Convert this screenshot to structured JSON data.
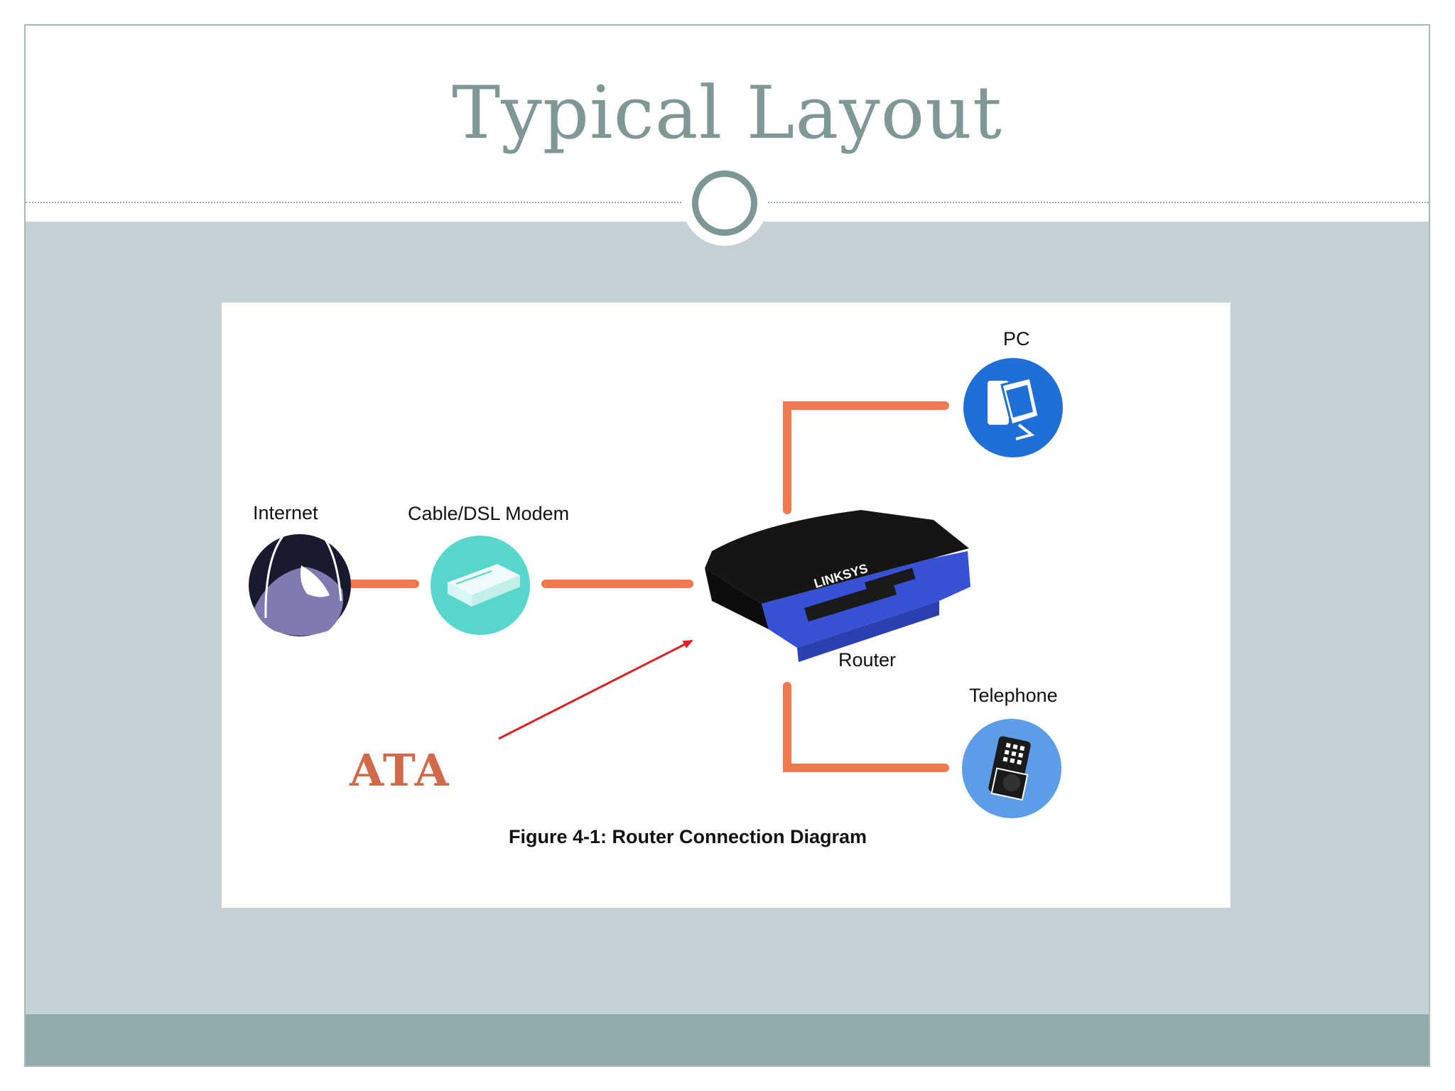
{
  "slide": {
    "title": "Typical Layout"
  },
  "diagram": {
    "labels": {
      "internet": "Internet",
      "modem": "Cable/DSL Modem",
      "router": "Router",
      "pc": "PC",
      "telephone": "Telephone"
    },
    "annotation": "ATA",
    "caption": "Figure 4-1: Router Connection Diagram",
    "router_brand": "LINKSYS"
  },
  "colors": {
    "title": "#7f9895",
    "panel": "#c5d2d5",
    "footer": "#91abad",
    "connector": "#ef7a4f",
    "annotation": "#d06a4b",
    "arrow": "#e02020",
    "modem": "#59d6cc",
    "pc_circle": "#1f6fd6",
    "phone_circle": "#5b9de6",
    "router_body": "#3650d6"
  }
}
